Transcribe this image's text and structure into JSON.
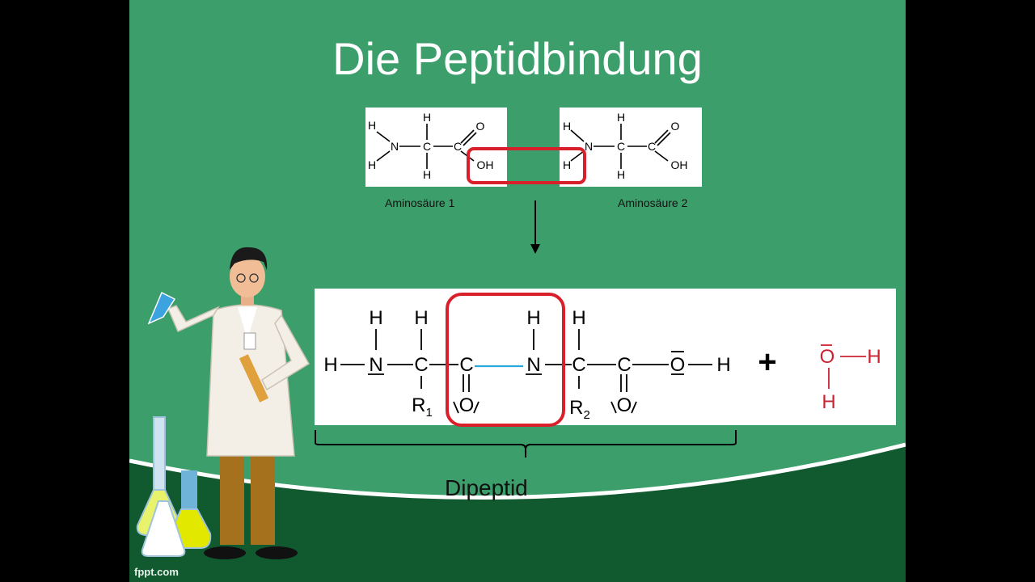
{
  "slide": {
    "title": "Die Peptidbindung",
    "watermark": "fppt.com"
  },
  "amino_acid_1": {
    "caption": "Aminosäure 1",
    "atoms": {
      "h_top": "H",
      "h_left_top": "H",
      "n": "N",
      "h_left_bottom": "H",
      "c_alpha": "C",
      "h_bottom": "H",
      "c_carboxyl": "C",
      "o_double": "O",
      "oh": "OH"
    }
  },
  "amino_acid_2": {
    "caption": "Aminosäure 2",
    "atoms": {
      "h_left_top": "H",
      "n": "N",
      "h_left_bottom": "H",
      "h_top": "H",
      "c_alpha": "C",
      "h_bottom": "H",
      "c_carboxyl": "C",
      "o_double": "O",
      "oh": "OH"
    }
  },
  "dipeptide": {
    "caption": "Dipeptid",
    "atoms": {
      "h_left": "H",
      "n1": "N",
      "h_n1": "H",
      "c1": "C",
      "h_c1": "H",
      "r1": "R",
      "r1_sub": "1",
      "c2": "C",
      "o2": "O",
      "n2": "N",
      "h_n2": "H",
      "c3": "C",
      "h_c3": "H",
      "r2": "R",
      "r2_sub": "2",
      "c4": "C",
      "o4": "O",
      "o_h": "O",
      "h_right": "H"
    },
    "plus": "+"
  },
  "water": {
    "atoms": {
      "o": "O",
      "h_right": "H",
      "h_bottom": "H"
    },
    "color": "#cc2233"
  },
  "colors": {
    "background": "#3c9e6a",
    "dark_green": "#115a30",
    "highlight_red": "#d9202a",
    "bond_blue": "#29a8dc"
  },
  "illustration": {
    "icon": "scientist-illustration"
  }
}
